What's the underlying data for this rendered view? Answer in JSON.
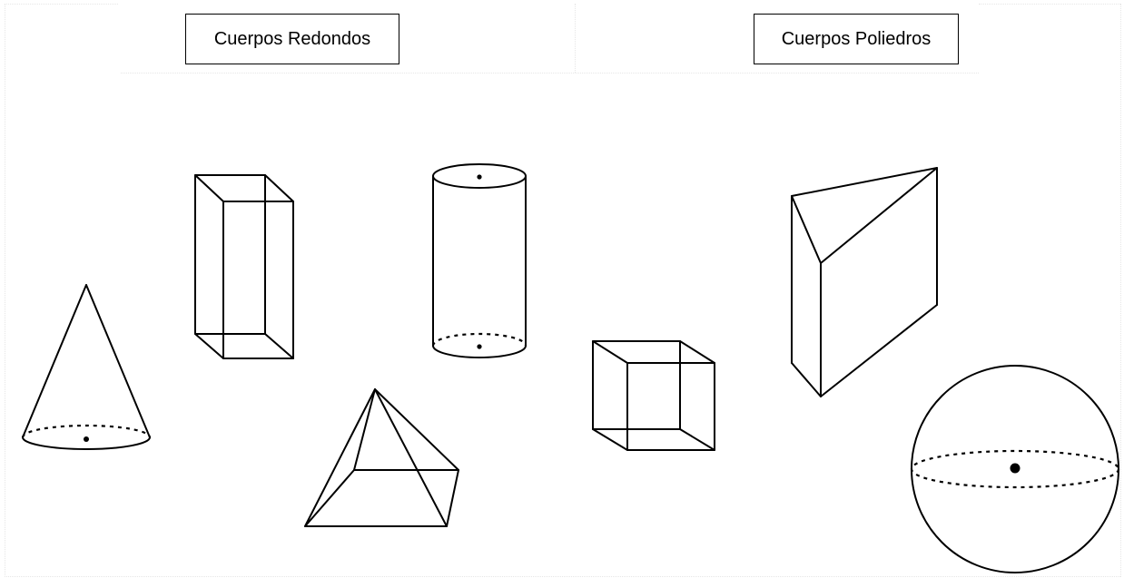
{
  "labels": {
    "round_bodies": "Cuerpos Redondos",
    "polyhedra": "Cuerpos Poliedros"
  },
  "shapes": [
    {
      "name": "cone",
      "category": "round"
    },
    {
      "name": "rectangular-prism",
      "category": "polyhedron"
    },
    {
      "name": "cylinder",
      "category": "round"
    },
    {
      "name": "square-pyramid",
      "category": "polyhedron"
    },
    {
      "name": "cube",
      "category": "polyhedron"
    },
    {
      "name": "triangular-prism",
      "category": "polyhedron"
    },
    {
      "name": "sphere",
      "category": "round"
    }
  ],
  "colors": {
    "stroke": "#000000",
    "background": "#ffffff",
    "guides": "#e6e6e6"
  }
}
